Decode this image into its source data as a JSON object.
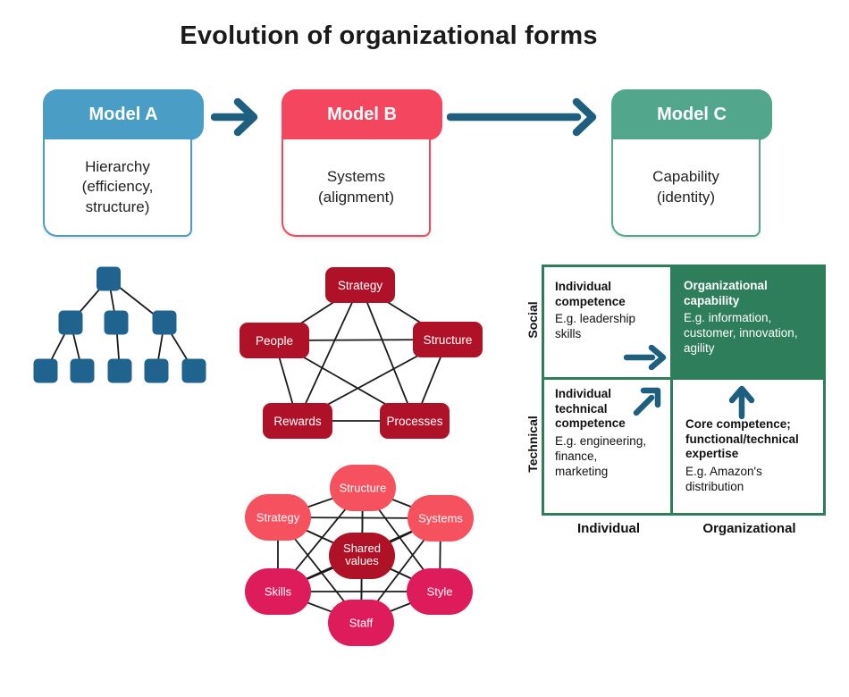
{
  "title": "Evolution of organizational forms",
  "colors": {
    "model_a": "#4A9DC5",
    "model_b": "#F4475F",
    "model_c": "#52A68C",
    "hierarchy_node": "#20638F",
    "arrow": "#1E5F80",
    "star_node": "#AF1228",
    "seven_s_outer_top": "#F5515F",
    "seven_s_outer_bottom": "#DE1C5C",
    "seven_s_center": "#AF1226",
    "matrix_green": "#2E7D5B",
    "connector_line": "#1B1B1B"
  },
  "models": [
    {
      "name": "Model A",
      "description": "Hierarchy (efficiency, structure)"
    },
    {
      "name": "Model B",
      "description": "Systems (alignment)"
    },
    {
      "name": "Model C",
      "description": "Capability (identity)"
    }
  ],
  "hierarchy_tree": {
    "levels": [
      1,
      3,
      5
    ],
    "node_count": 9
  },
  "star_model": {
    "nodes": [
      "Strategy",
      "People",
      "Structure",
      "Rewards",
      "Processes"
    ]
  },
  "seven_s_model": {
    "outer_nodes": [
      "Structure",
      "Strategy",
      "Systems",
      "Skills",
      "Style",
      "Staff"
    ],
    "center_line1": "Shared",
    "center_line2": "values"
  },
  "matrix": {
    "row_labels": [
      "Social",
      "Technical"
    ],
    "col_labels": [
      "Individual",
      "Organizational"
    ],
    "quadrants": {
      "top_left": {
        "title": "Individual competence",
        "example": "E.g. leadership skills"
      },
      "top_right": {
        "title": "Organizational capability",
        "example": "E.g. information, customer, innovation, agility"
      },
      "bottom_left": {
        "title": "Individual technical competence",
        "example": "E.g. engineering, finance, marketing"
      },
      "bottom_right": {
        "title": "Core competence; functional/technical expertise",
        "example": "E.g. Amazon's distribution"
      }
    }
  }
}
